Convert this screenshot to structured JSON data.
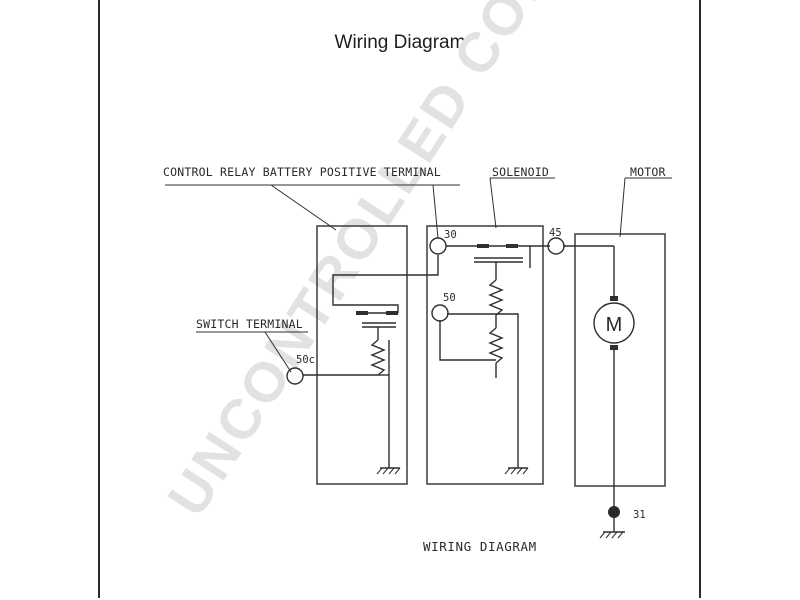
{
  "title": "Wiring Diagram",
  "watermark": "UNCONTROLLED COPY",
  "labels": {
    "control_relay": "CONTROL RELAY BATTERY POSITIVE TERMINAL",
    "solenoid": "SOLENOID",
    "motor": "MOTOR",
    "switch_terminal": "SWITCH TERMINAL"
  },
  "terminals": {
    "t30": "30",
    "t45": "45",
    "t50": "50",
    "t50c": "50c",
    "t31": "31"
  },
  "motor_symbol": "M",
  "caption": "WIRING DIAGRAM"
}
